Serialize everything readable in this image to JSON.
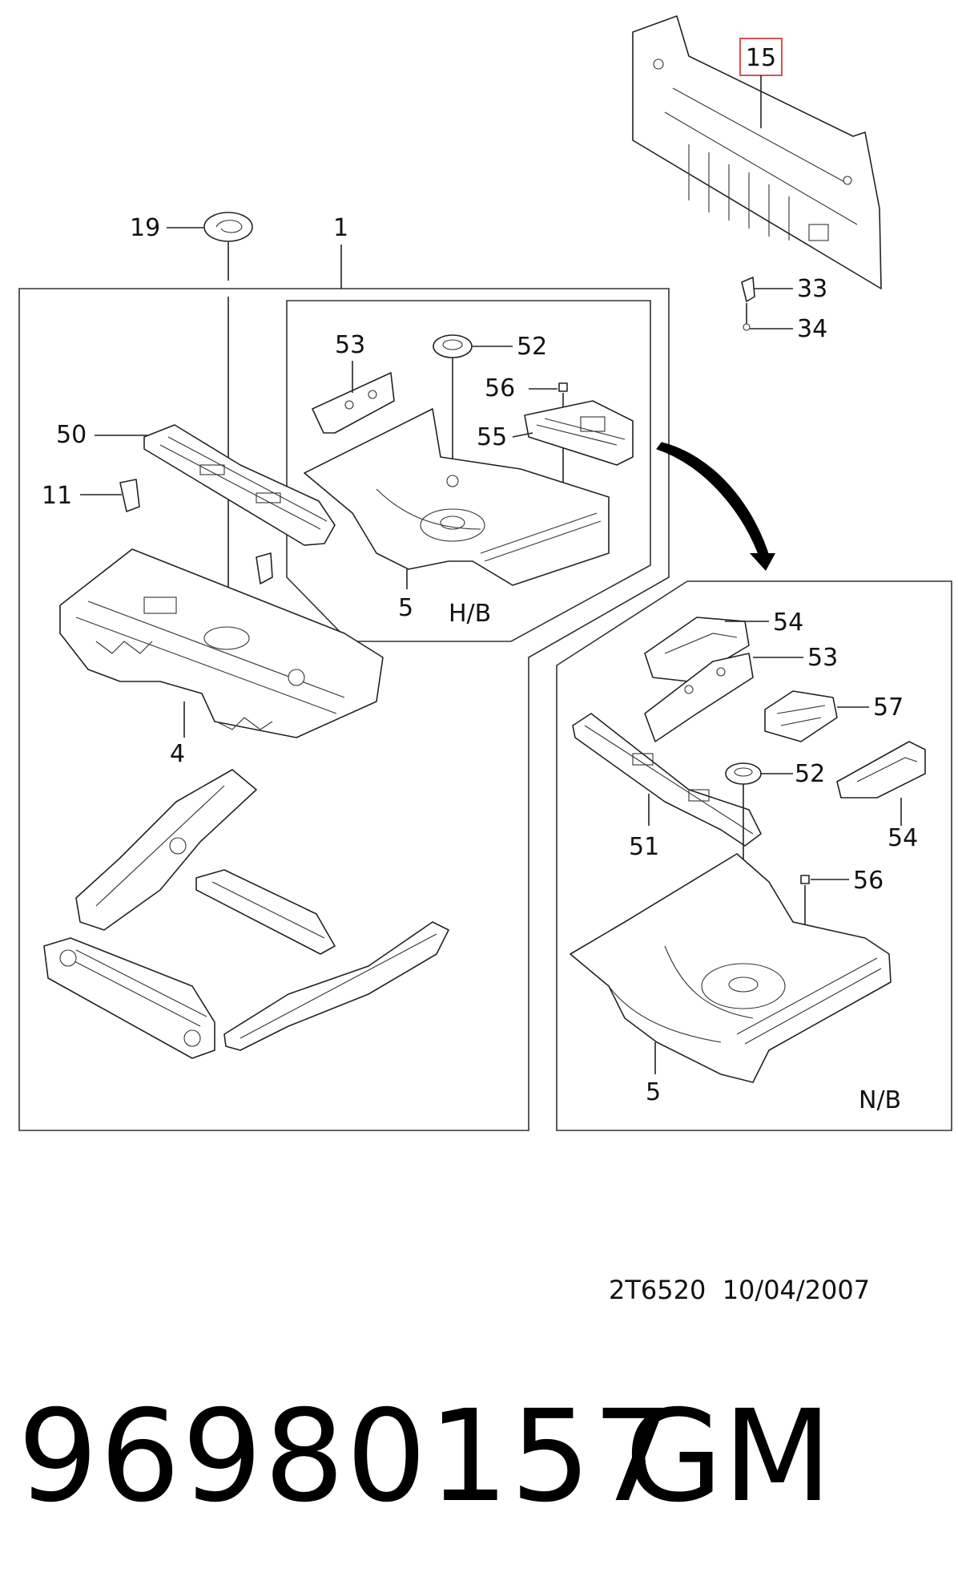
{
  "callouts": {
    "c15": "15",
    "c19": "19",
    "c1": "1",
    "c33": "33",
    "c34": "34",
    "c53a": "53",
    "c52a": "52",
    "c56a": "56",
    "c50": "50",
    "c55": "55",
    "c11": "11",
    "c5a": "5",
    "c4": "4",
    "c54a": "54",
    "c53b": "53",
    "c57": "57",
    "c52b": "52",
    "c54b": "54",
    "c51": "51",
    "c56b": "56",
    "c5b": "5"
  },
  "variants": {
    "hb": "H/B",
    "nb": "N/B"
  },
  "highlight_color": "#d9534f",
  "footer": {
    "code": "2T6520  10/04/2007",
    "part_number": "96980157",
    "brand": "GM"
  }
}
